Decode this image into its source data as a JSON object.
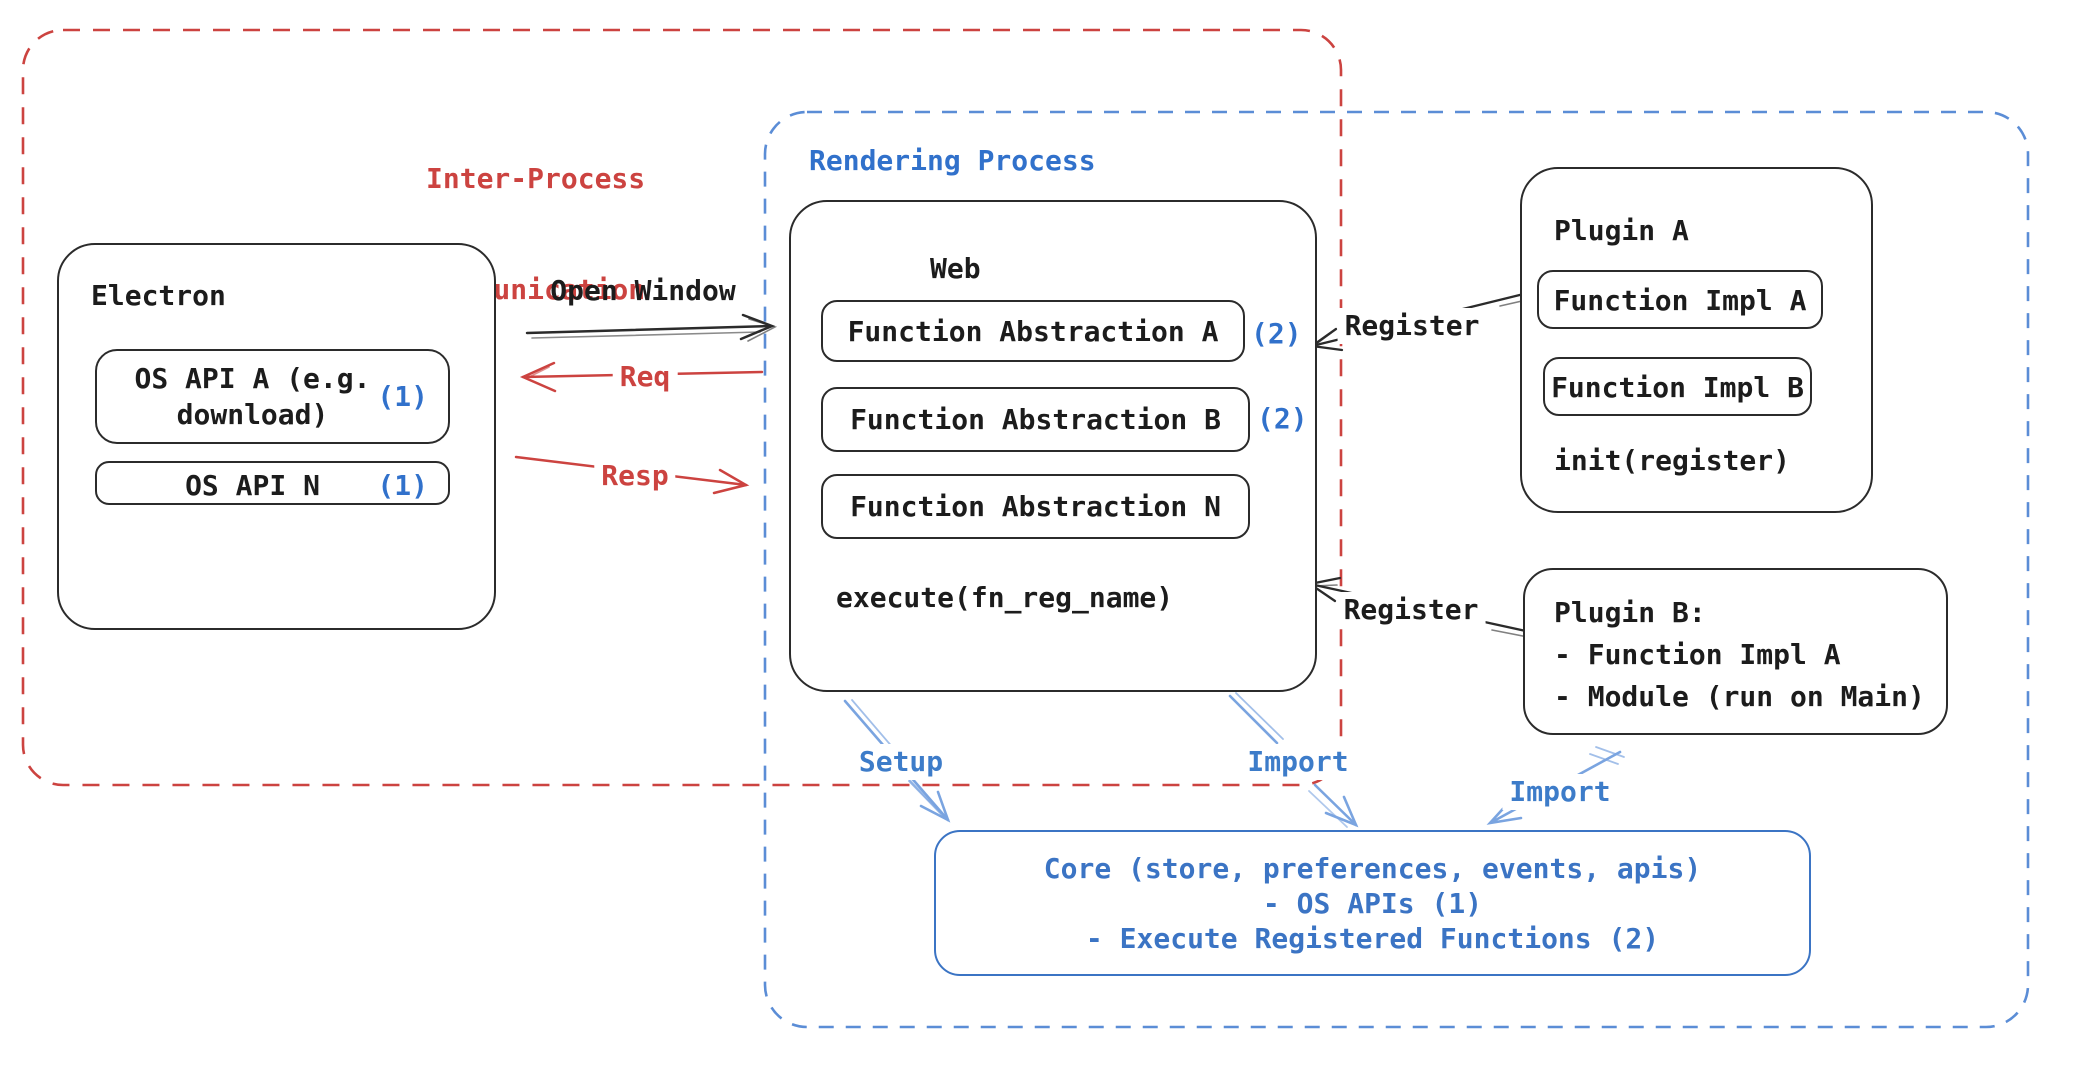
{
  "regions": {
    "ipc": {
      "label_line1": "Inter-Process",
      "label_line2": "Communication"
    },
    "rendering": {
      "label": "Rendering Process"
    }
  },
  "electron": {
    "title": "Electron",
    "os_api_a": {
      "line1": "OS API A (e.g.",
      "line2": "download)",
      "badge": "(1)"
    },
    "os_api_n": {
      "label": "OS API N",
      "badge": "(1)"
    }
  },
  "web": {
    "title": "Web",
    "abstractions": [
      {
        "label": "Function Abstraction A",
        "badge": "(2)"
      },
      {
        "label": "Function Abstraction B",
        "badge": "(2)"
      },
      {
        "label": "Function Abstraction N",
        "badge": ""
      }
    ],
    "footer": "execute(fn_reg_name)"
  },
  "plugin_a": {
    "title": "Plugin A",
    "impl_a": "Function Impl A",
    "impl_b": "Function Impl B",
    "footer": "init(register)"
  },
  "plugin_b": {
    "line1": "Plugin B:",
    "line2": "- Function Impl A",
    "line3": "- Module (run on Main)"
  },
  "core": {
    "line1": "Core (store, preferences, events, apis)",
    "line2": "- OS APIs (1)",
    "line3": "- Execute Registered Functions (2)"
  },
  "arrows": {
    "open_window": "Open Window",
    "req": "Req",
    "resp": "Resp",
    "register_a": "Register",
    "register_b": "Register",
    "setup": "Setup",
    "import_web": "Import",
    "import_plugin": "Import"
  },
  "colors": {
    "red": "#cc4340",
    "blue": "#3171cb",
    "light_blue": "#7aa4e0",
    "blue_label": "#3d7cc9",
    "core_blue": "#3b74c4",
    "dashed_blue": "#5b8dd6",
    "black": "#2b2b2b"
  }
}
